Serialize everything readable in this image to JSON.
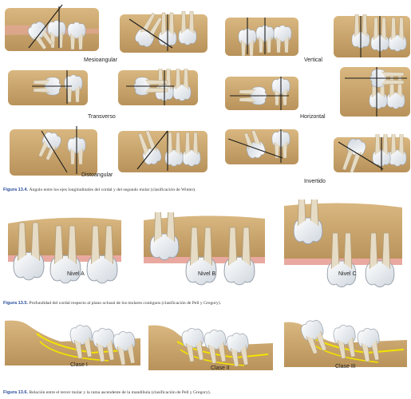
{
  "figure_1": {
    "labels": {
      "mesioangular": "Mesioangular",
      "vertical": "Vertical",
      "transverso": "Transverso",
      "horizontal": "Horizontal",
      "distoangular": "Distoangular",
      "invertido": "Invertido"
    },
    "caption_number": "Figura 13.4.",
    "caption_text": "Ángulo entre los ejes longitudinales del cordal y del segundo molar (clasificación de Winter)."
  },
  "figure_2": {
    "labels": {
      "a": "Nivel A",
      "b": "Nivel B",
      "c": "Nivel C"
    },
    "caption_number": "Figura 13.5.",
    "caption_text": "Profundidad del cordal respecto al plano oclusal de los molares contiguos (clasificación de Pell y Gregory)."
  },
  "figure_3": {
    "labels": {
      "i": "Clase I",
      "ii": "Clase II",
      "iii": "Clase III"
    },
    "caption_number": "Figura 13.6.",
    "caption_text": "Relación entre el tercer molar y la rama ascendente de la mandíbula (clasificación de Pell y Gregory)."
  },
  "colors": {
    "bone": "#c9a46c",
    "gum": "#e9a9a0",
    "tooth": "#eef1f4",
    "line": "#1a1a1a",
    "class_line": "#f2e400",
    "caption_blue": "#2a4e9b"
  }
}
